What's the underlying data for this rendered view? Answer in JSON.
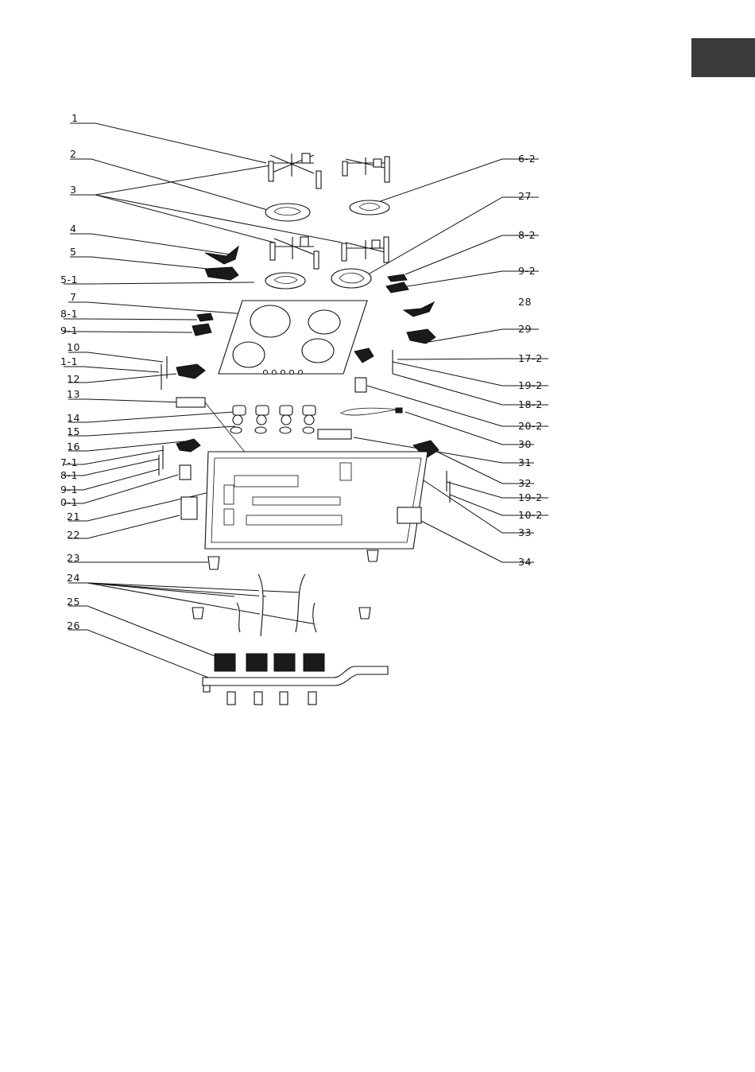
{
  "page": {
    "tab_color": "#3b3b3b"
  },
  "diagram": {
    "callouts_left": [
      {
        "id": "1",
        "text": "1"
      },
      {
        "id": "2",
        "text": "2"
      },
      {
        "id": "3",
        "text": "3"
      },
      {
        "id": "4",
        "text": "4"
      },
      {
        "id": "5",
        "text": "5"
      },
      {
        "id": "6-1",
        "text": "5-1"
      },
      {
        "id": "7",
        "text": "7"
      },
      {
        "id": "8-1",
        "text": "8-1"
      },
      {
        "id": "9-1",
        "text": "9-1"
      },
      {
        "id": "10",
        "text": "10"
      },
      {
        "id": "11-1",
        "text": "1-1"
      },
      {
        "id": "12",
        "text": "12"
      },
      {
        "id": "13",
        "text": "13"
      },
      {
        "id": "14",
        "text": "14"
      },
      {
        "id": "15",
        "text": "15"
      },
      {
        "id": "16",
        "text": "16"
      },
      {
        "id": "17-1",
        "text": "7-1"
      },
      {
        "id": "18-1",
        "text": "8-1"
      },
      {
        "id": "19-1",
        "text": "9-1"
      },
      {
        "id": "20-1",
        "text": "0-1"
      },
      {
        "id": "21",
        "text": "21"
      },
      {
        "id": "22",
        "text": "22"
      },
      {
        "id": "23",
        "text": "23"
      },
      {
        "id": "24",
        "text": "24"
      },
      {
        "id": "25",
        "text": "25"
      },
      {
        "id": "26",
        "text": "26"
      }
    ],
    "callouts_right": [
      {
        "id": "6-2",
        "text": "6-2"
      },
      {
        "id": "27",
        "text": "27"
      },
      {
        "id": "8-2",
        "text": "8-2"
      },
      {
        "id": "9-2",
        "text": "9-2"
      },
      {
        "id": "28",
        "text": "28"
      },
      {
        "id": "29",
        "text": "29"
      },
      {
        "id": "17-2",
        "text": "17-2"
      },
      {
        "id": "19-2a",
        "text": "19-2"
      },
      {
        "id": "18-2",
        "text": "18-2"
      },
      {
        "id": "20-2",
        "text": "20-2"
      },
      {
        "id": "30",
        "text": "30"
      },
      {
        "id": "31",
        "text": "31"
      },
      {
        "id": "32",
        "text": "32"
      },
      {
        "id": "19-2b",
        "text": "19-2"
      },
      {
        "id": "10-2",
        "text": "10-2"
      },
      {
        "id": "33",
        "text": "33"
      },
      {
        "id": "34",
        "text": "34"
      }
    ]
  }
}
